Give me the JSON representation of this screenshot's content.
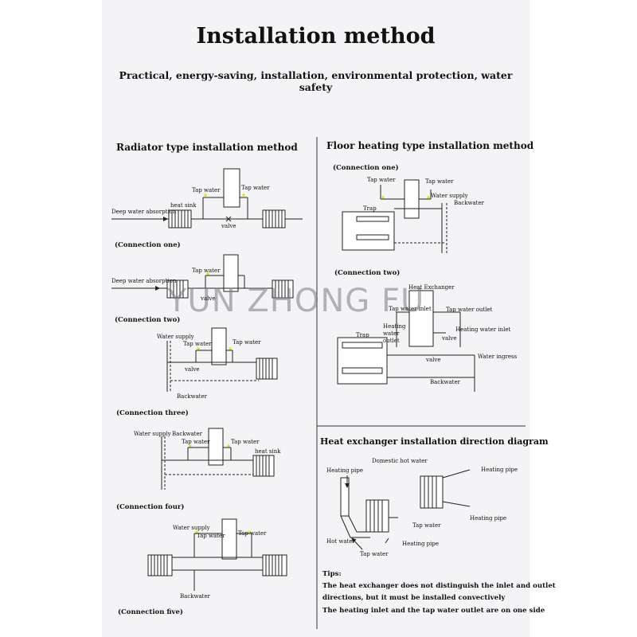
{
  "title": "Installation method",
  "subtitle": "Practical, energy-saving, installation, environmental protection, water safety",
  "watermark": "YUN ZHONG FU",
  "radiator": {
    "heading": "Radiator type installation method",
    "c1": {
      "caption": "(Connection one)",
      "tap_water_1": "Tap water",
      "tap_water_2": "Tap water",
      "deep_water": "Deep water absorption",
      "heat_sink": "heat sink",
      "valve": "valve"
    },
    "c2": {
      "caption": "(Connection two)",
      "tap_water": "Tap water",
      "deep_water": "Deep water absorption",
      "valve": "valve"
    },
    "c3": {
      "caption": "(Connection three)",
      "water_supply": "Water supply",
      "tap_water_1": "Tap water",
      "tap_water_2": "Tap water",
      "valve": "valve",
      "backwater": "Backwater"
    },
    "c4": {
      "caption": "(Connection four)",
      "water_supply": "Water supply",
      "backwater": "Backwater",
      "tap_water_1": "Tap water",
      "tap_water_2": "Tap water",
      "heat_sink": "heat sink"
    },
    "c5": {
      "caption": "(Connection five)",
      "water_supply": "Water supply",
      "tap_water_1": "Tap water",
      "tap_water_2": "Tap water",
      "backwater": "Backwater"
    }
  },
  "floor": {
    "heading": "Floor heating type installation method",
    "c1": {
      "caption": "(Connection one)",
      "tap_water_1": "Tap water",
      "tap_water_2": "Tap water",
      "water_supply": "Water supply",
      "backwater": "Backwater",
      "trap": "Trap"
    },
    "c2": {
      "caption": "(Connection two)",
      "heat_exchanger": "Heat Exchanger",
      "tap_water_inlet": "Tap water inlet",
      "tap_water_outlet": "Tap water outlet",
      "heating_water_inlet": "Heating water inlet",
      "heating_water_outlet": "Heating water outlet",
      "trap": "Trap",
      "valve_1": "valve",
      "valve_2": "valve",
      "water_ingress": "Water ingress",
      "backwater": "Backwater"
    }
  },
  "exchanger": {
    "heading": "Heat exchanger installation direction diagram",
    "domestic_hot_water": "Domestic hot water",
    "heating_pipe_1": "Heating pipe",
    "heating_pipe_2": "Heating pipe",
    "heating_pipe_3": "Heating pipe",
    "heating_pipe_4": "Heating pipe",
    "tap_water_1": "Tap water",
    "tap_water_2": "Tap water",
    "hot_water": "Hot water"
  },
  "tips": {
    "heading": "Tips:",
    "line1": "The heat exchanger does not distinguish the inlet and outlet",
    "line2": "directions, but it must be installed convectively",
    "line3": "The heating inlet and the tap water outlet are on one side"
  }
}
